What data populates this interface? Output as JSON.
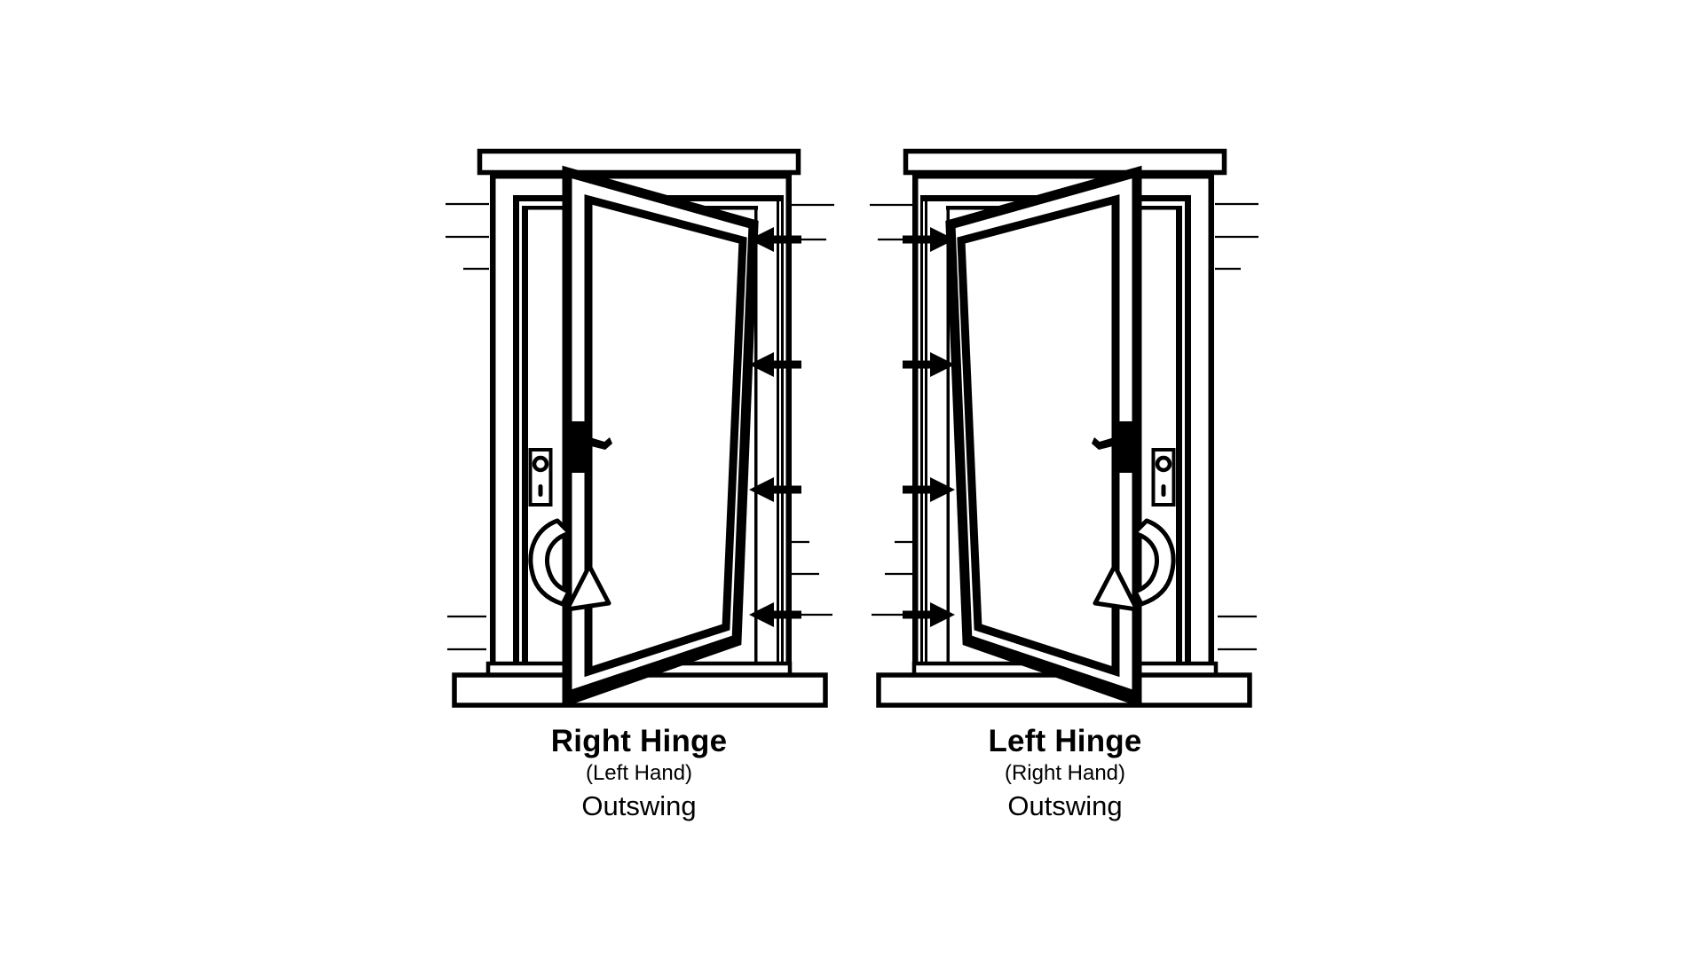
{
  "page": {
    "background": "#ffffff",
    "line_color": "#000000"
  },
  "diagrams": [
    {
      "title": "Right Hinge",
      "hand": "(Left Hand)",
      "swing": "Outswing",
      "hinge_side": "right",
      "hinge_arrow_count": 4
    },
    {
      "title": "Left Hinge",
      "hand": "(Right Hand)",
      "swing": "Outswing",
      "hinge_side": "left",
      "hinge_arrow_count": 4
    }
  ]
}
